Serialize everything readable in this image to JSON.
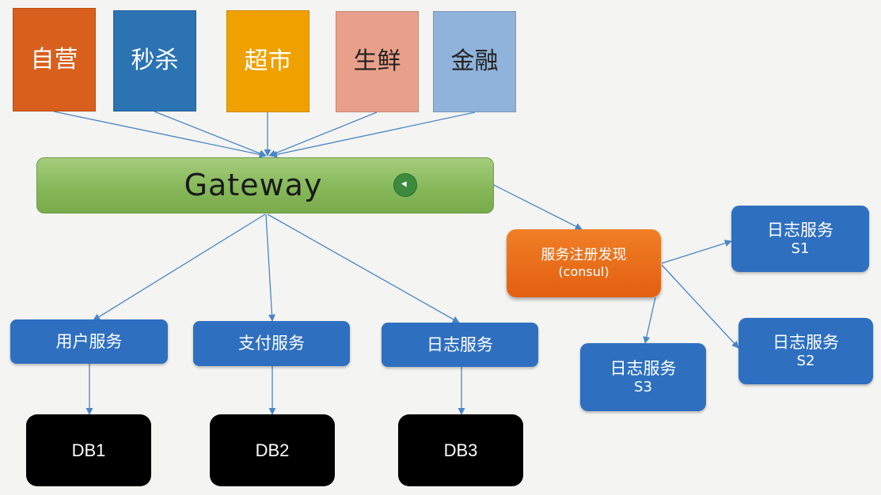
{
  "business_units": [
    {
      "label": "自营",
      "color": "#d95f1c"
    },
    {
      "label": "秒杀",
      "color": "#2c73b3"
    },
    {
      "label": "超市",
      "color": "#efa100"
    },
    {
      "label": "生鲜",
      "color": "#e8a08a"
    },
    {
      "label": "金融",
      "color": "#8fb3da"
    }
  ],
  "gateway": {
    "label": "Gateway"
  },
  "services": [
    {
      "label": "用户服务",
      "db": "DB1"
    },
    {
      "label": "支付服务",
      "db": "DB2"
    },
    {
      "label": "日志服务",
      "db": "DB3"
    }
  ],
  "registry": {
    "label": "服务注册发现",
    "sub": "(consul)"
  },
  "log_nodes": [
    {
      "label": "日志服务",
      "sub": "S1"
    },
    {
      "label": "日志服务",
      "sub": "S2"
    },
    {
      "label": "日志服务",
      "sub": "S3"
    }
  ],
  "colors": {
    "link": "#4a86c5",
    "service_fill": "#2e6fc0",
    "registry_fill": "#e8701a"
  }
}
